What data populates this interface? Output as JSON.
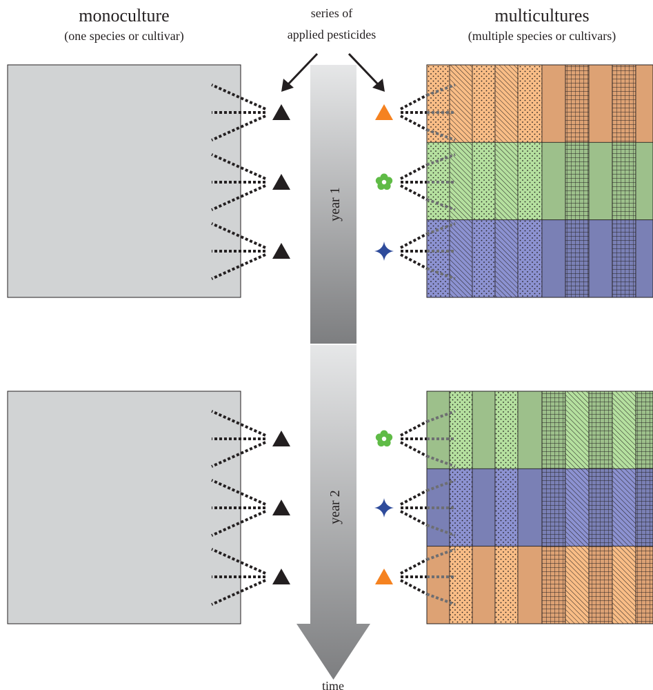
{
  "headings": {
    "left_title": "monoculture",
    "left_subtitle": "(one species or cultivar)",
    "center_line1": "series of",
    "center_line2": "applied pesticides",
    "right_title": "multicultures",
    "right_subtitle": "(multiple species or cultivars)"
  },
  "timeline": {
    "year1_label": "year 1",
    "year2_label": "year 2",
    "time_label": "time"
  },
  "colors": {
    "mono_fill": "#d1d3d4",
    "orange_crop": "#dda274",
    "orange_light": "#f9bd86",
    "green_crop": "#9dc08b",
    "green_light": "#b5e09f",
    "blue_crop": "#7a80b5",
    "blue_light": "#8c92d1",
    "mono_pesticide": "#231f20",
    "pesticide_orange": "#f58220",
    "pesticide_green": "#5fbb46",
    "pesticide_blue": "#2e4b9b"
  },
  "pesticides": {
    "mono_icon": "triangle-icon",
    "year1_multi": [
      "triangle-icon",
      "flower-icon",
      "star-icon"
    ],
    "year2_multi": [
      "flower-icon",
      "star-icon",
      "triangle-icon"
    ]
  },
  "multiculture_rows": {
    "year1": [
      "orange",
      "green",
      "blue"
    ],
    "year2": [
      "green",
      "blue",
      "orange"
    ]
  }
}
